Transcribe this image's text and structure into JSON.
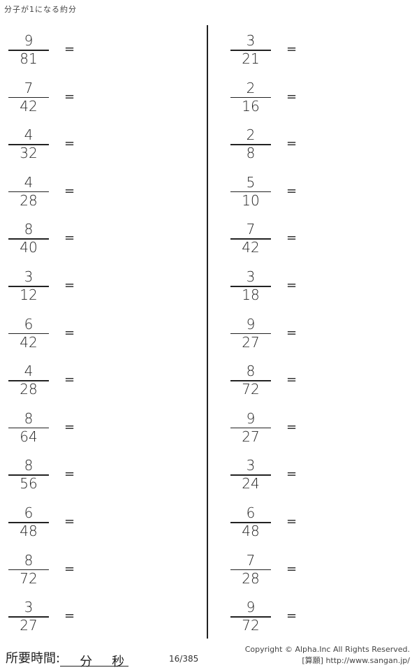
{
  "title": "分子が1になる約分",
  "left_problems": [
    {
      "numerator": "9",
      "denominator": "81"
    },
    {
      "numerator": "7",
      "denominator": "42"
    },
    {
      "numerator": "4",
      "denominator": "32"
    },
    {
      "numerator": "4",
      "denominator": "28"
    },
    {
      "numerator": "8",
      "denominator": "40"
    },
    {
      "numerator": "3",
      "denominator": "12"
    },
    {
      "numerator": "6",
      "denominator": "42"
    },
    {
      "numerator": "4",
      "denominator": "28"
    },
    {
      "numerator": "8",
      "denominator": "64"
    },
    {
      "numerator": "8",
      "denominator": "56"
    },
    {
      "numerator": "6",
      "denominator": "48"
    },
    {
      "numerator": "8",
      "denominator": "72"
    },
    {
      "numerator": "3",
      "denominator": "27"
    }
  ],
  "right_problems": [
    {
      "numerator": "3",
      "denominator": "21"
    },
    {
      "numerator": "2",
      "denominator": "16"
    },
    {
      "numerator": "2",
      "denominator": "8"
    },
    {
      "numerator": "5",
      "denominator": "10"
    },
    {
      "numerator": "7",
      "denominator": "42"
    },
    {
      "numerator": "3",
      "denominator": "18"
    },
    {
      "numerator": "9",
      "denominator": "27"
    },
    {
      "numerator": "8",
      "denominator": "72"
    },
    {
      "numerator": "9",
      "denominator": "27"
    },
    {
      "numerator": "3",
      "denominator": "24"
    },
    {
      "numerator": "6",
      "denominator": "48"
    },
    {
      "numerator": "7",
      "denominator": "28"
    },
    {
      "numerator": "9",
      "denominator": "72"
    }
  ],
  "equals_sign": "=",
  "footer": {
    "time_label": "所要時間:",
    "minutes": "分",
    "seconds": "秒",
    "page": "16/385",
    "copyright": "Copyright ©  Alpha.Inc All Rights Reserved.",
    "site": "[算願] http://www.sangan.jp/"
  }
}
